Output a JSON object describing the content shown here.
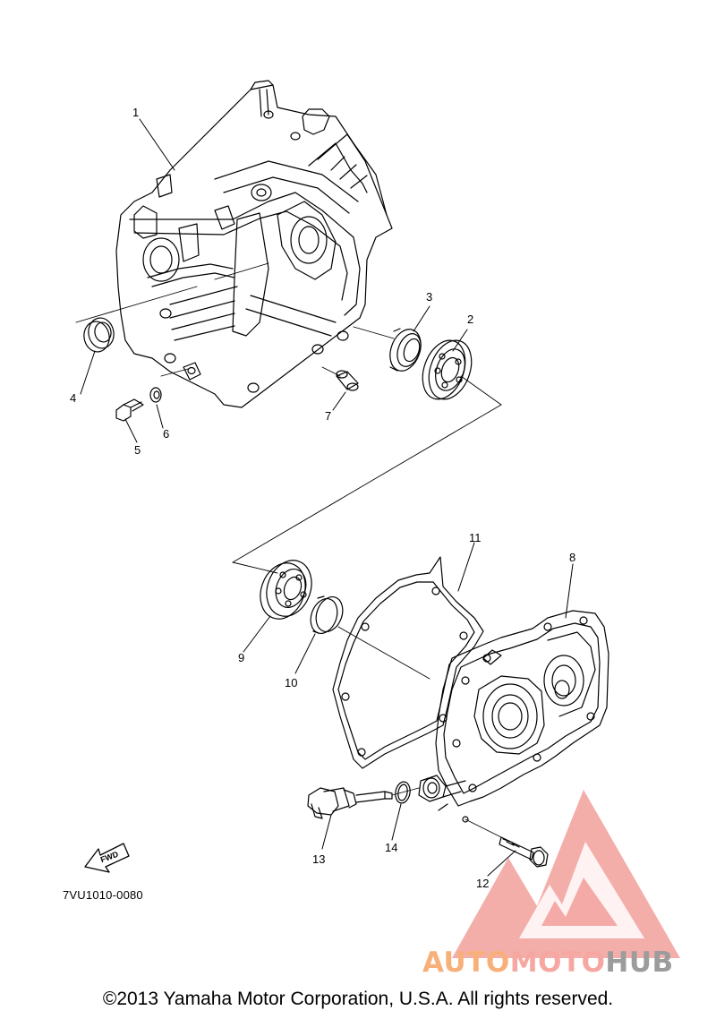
{
  "diagram": {
    "callouts": [
      "1",
      "2",
      "3",
      "4",
      "5",
      "6",
      "7",
      "8",
      "9",
      "10",
      "11",
      "12",
      "13",
      "14"
    ],
    "fwd_label": "FWD",
    "part_code": "7VU1010-0080",
    "copyright": "©2013 Yamaha Motor Corporation, U.S.A. All rights reserved."
  },
  "watermark": {
    "part1": "AUTO",
    "part2": "MOTO",
    "part3": "HUB",
    "colors": {
      "triangle": "#f08a84",
      "auto": "#f7b07a",
      "moto": "#f7a7a2",
      "hub": "#9c9c9c"
    }
  },
  "icons": [
    "fwd-arrow-icon",
    "automotohub-logo-icon"
  ]
}
